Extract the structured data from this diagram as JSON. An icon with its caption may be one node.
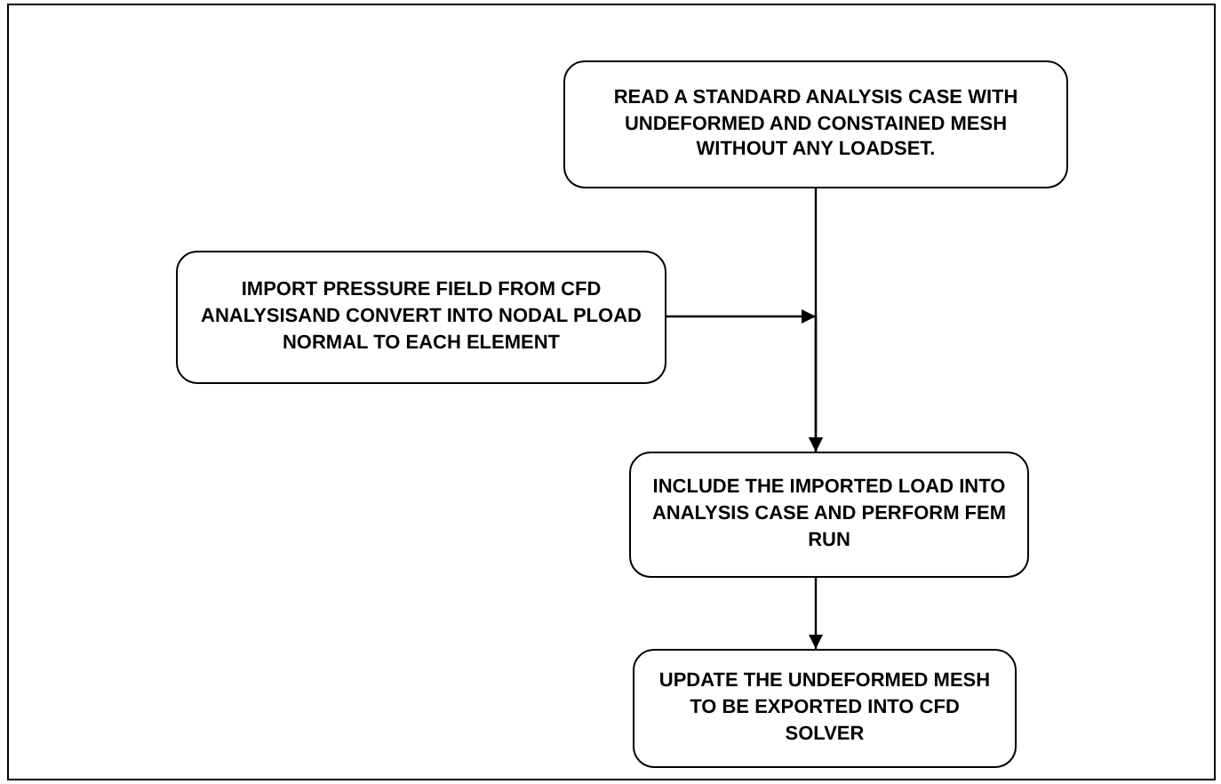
{
  "diagram": {
    "nodes": [
      {
        "text": [
          "READ A STANDARD ANALYSIS CASE WITH UNDEFORMED AND CONSTAINED MESH WITHOUT ANY LOADSET."
        ]
      },
      {
        "text": [
          "IMPORT PRESSURE FIELD FROM CFD ANALYSISAND CONVERT INTO NODAL PLOAD NORMAL TO EACH ELEMENT"
        ]
      },
      {
        "text": [
          "INCLUDE THE IMPORTED LOAD INTO ANALYSIS CASE AND PERFORM FEM RUN"
        ]
      },
      {
        "text": [
          "UPDATE THE UNDEFORMED MESH TO BE EXPORTED INTO CFD SOLVER"
        ]
      }
    ],
    "edges": [
      {
        "from": 0,
        "to": 2,
        "arrow": "to"
      },
      {
        "from": 1,
        "to": 2,
        "arrow": "to"
      },
      {
        "from": 2,
        "to": 3,
        "arrow": "to"
      }
    ]
  }
}
